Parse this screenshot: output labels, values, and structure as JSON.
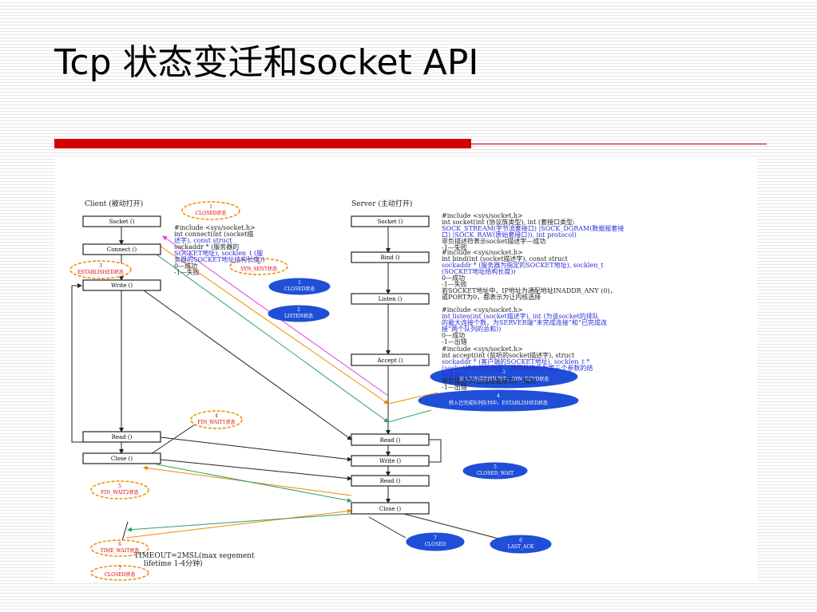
{
  "title": "Tcp 状态变迁和socket API",
  "diagram": {
    "client_header": "Client (被动打开)",
    "server_header": "Server (主动打开)",
    "client_boxes": [
      "Socket ()",
      "Connect ()",
      "Write ()",
      "Read ()",
      "Close ()"
    ],
    "server_boxes": [
      "Socket ()",
      "Bind ()",
      "Listen ()",
      "Accept ()",
      "Read ()",
      "Write ()",
      "Read ()",
      "Close ()"
    ],
    "states": [
      {
        "num": "1",
        "label": "CLOSED状态"
      },
      {
        "num": "2",
        "label": "SYN_SENT状态"
      },
      {
        "num": "3",
        "label": "ESTABLISHED状态"
      },
      {
        "num": "4",
        "label": "FIN_WAIT1状态"
      },
      {
        "num": "5",
        "label": "FIN_WAIT2状态"
      },
      {
        "num": "6",
        "label": "TIME_WAIT状态"
      },
      {
        "num": "7",
        "label": "CLOSED状态"
      },
      {
        "num": "1",
        "label": "CLOSED状态"
      },
      {
        "num": "2",
        "label": "LISTEN状态"
      },
      {
        "num": "3",
        "label": "放入未完成连接队列中，SYN_RCVD状态"
      },
      {
        "num": "4",
        "label": "转入已完成队列队列中，ESTABLISHED状态"
      },
      {
        "num": "5",
        "label": "CLOSED_WAIT"
      },
      {
        "num": "7",
        "label": "CLOSED"
      },
      {
        "num": "6",
        "label": "LAST_ACK"
      }
    ],
    "client_code": [
      "#include <sys/socket.h>",
      "int connect(int (socket描",
      "述字), const struct",
      "sockaddr * (服务器的",
      "SOCKET地址), socklen_t (服",
      "务器的SOCKET地址结构长度))",
      "0—成功",
      "-1—失败"
    ],
    "server_code": [
      "#include <sys/socket.h>",
      "int socket(int (协议族类型), int (套接口类型:",
      "SOCK_STREAM(字节流套接口) |SOCK_DGRAM(数据报套接",
      "口) |SOCK_RAW(原始套接口)), int protocol)",
      "非负描述符表示socket描述字—成功",
      "-1—失败",
      "",
      "#include <sys/socket.h>",
      "int bind(int (socket描述字), const struct",
      "sockaddr * (服务器为指定的SOCKET地址), socklen_t",
      "(SOCKET地址结构长度))",
      "0—成功",
      "-1—失败",
      "若SOCKET地址中，IP地址为通配地址INADDR_ANY (0)，",
      "或PORT为0，都表示为让内核选择",
      "",
      "#include <sys/socket.h>",
      "int listen(int (socket描述字), int (为该socket的排队",
      "的最大连接个数，为SERVER端“未完成连接”和“已完成连",
      "接”两个队列的总和))",
      "0—成功",
      "-1—出错",
      "",
      "#include <sys/socket.h>",
      "int accept(int (监听的socket描述字), struct",
      "sockaddr * (客户端的SOCKET地址), socklen_t *",
      "(socket结构地址长度，调用前初值为第三个参数的结",
      "构长度))",
      "非负描述字(已连接套接口)—成功",
      "-1—出错"
    ],
    "timeout_note": [
      "TIMEOUT=2MSL(max segement",
      "lifetime 1-4分钟)"
    ]
  }
}
